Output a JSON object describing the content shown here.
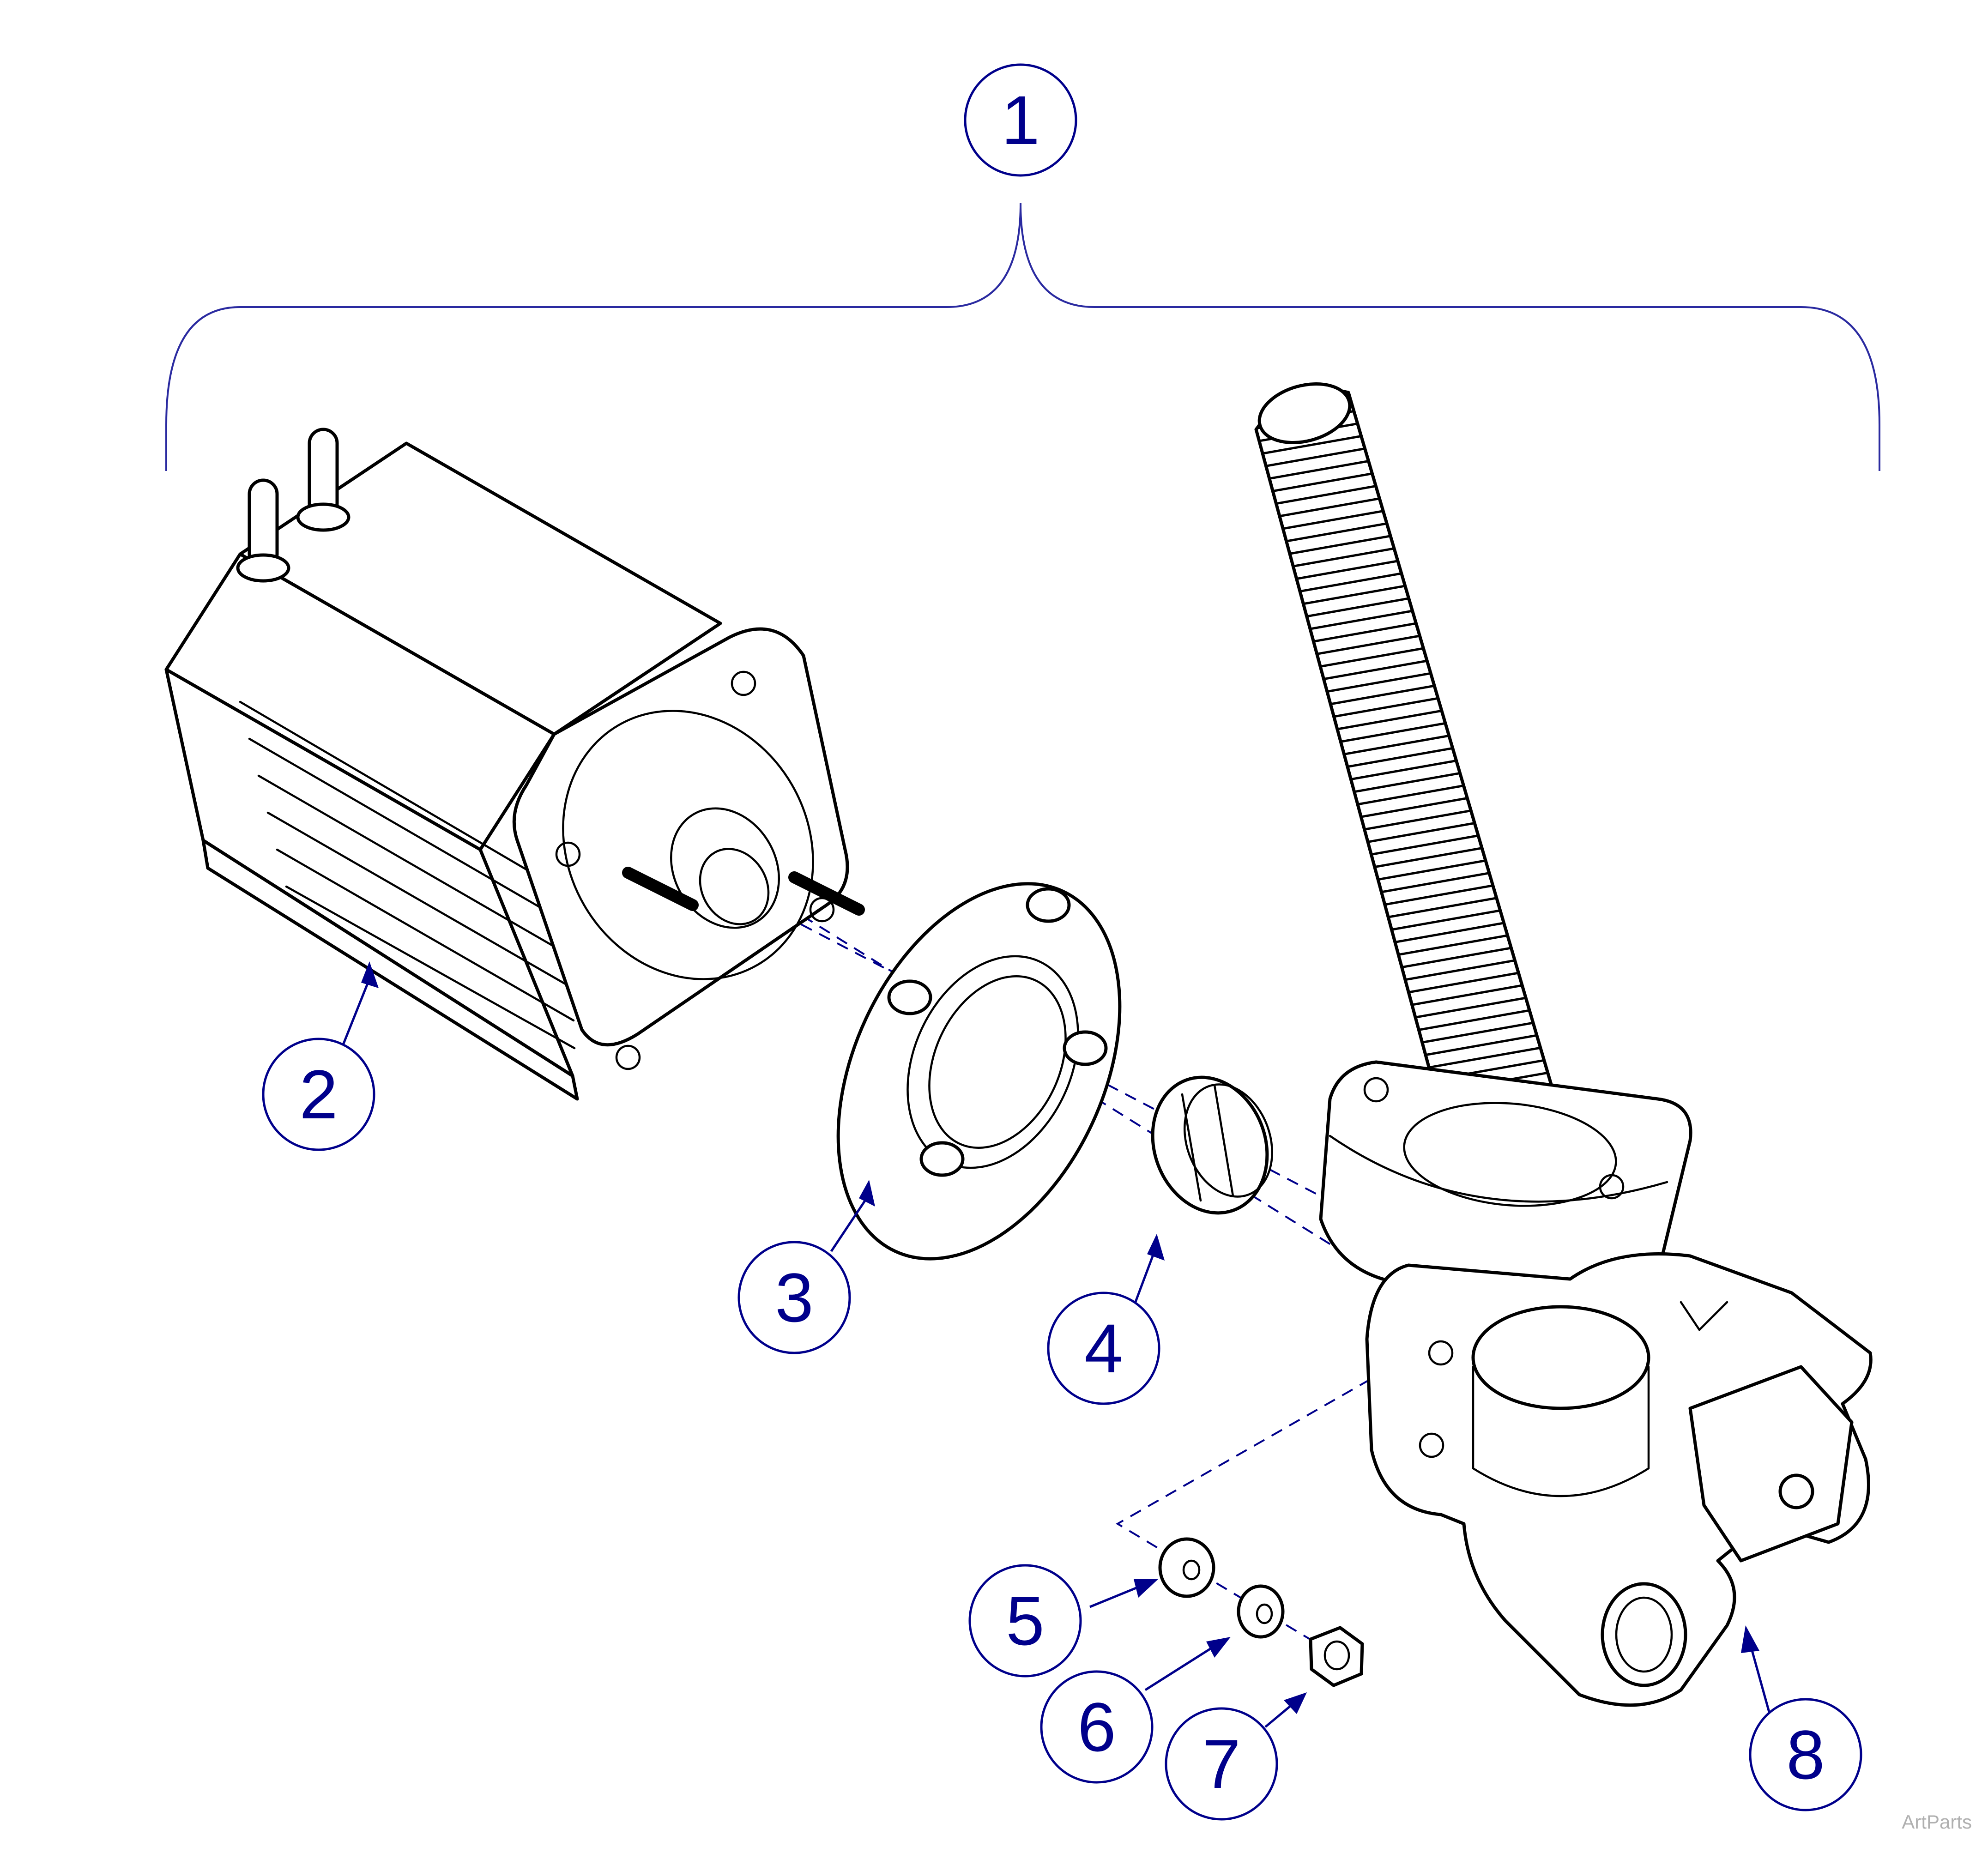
{
  "diagram": {
    "callouts": [
      {
        "label": "1",
        "part": "assembly"
      },
      {
        "label": "2",
        "part": "motor"
      },
      {
        "label": "3",
        "part": "adapter-flange"
      },
      {
        "label": "4",
        "part": "coupling"
      },
      {
        "label": "5",
        "part": "flat-washer"
      },
      {
        "label": "6",
        "part": "lock-washer"
      },
      {
        "label": "7",
        "part": "hex-nut"
      },
      {
        "label": "8",
        "part": "screw-jack-gearbox"
      }
    ],
    "watermark": "ArtParts",
    "colors": {
      "callout": "#00008B",
      "linework": "#000000",
      "watermark": "#b0b0b0"
    }
  }
}
